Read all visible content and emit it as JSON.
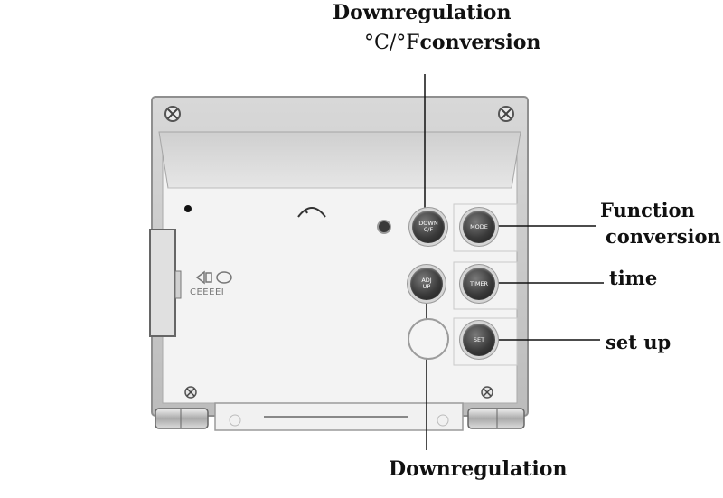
{
  "labels": {
    "down_regulation_top": "Downregulation",
    "unit_symbol": "°C/°F",
    "conversion_top": "conversion",
    "function": "Function",
    "function_conversion": "conversion",
    "time": "time",
    "set_up": "set up",
    "down_regulation_bottom": "Downregulation"
  },
  "buttons": {
    "down_line1": "DOWN",
    "down_line2": "C/F",
    "mode": "MODE",
    "adj_line1": "ADJ",
    "adj_line2": "UP",
    "timer": "TIMER",
    "set": "SET"
  },
  "device": {
    "brand_text": "CEEEEI",
    "body_color": "#c9c9c9",
    "panel_color": "#f2f2f2",
    "button_color": "#2e2e2e"
  }
}
